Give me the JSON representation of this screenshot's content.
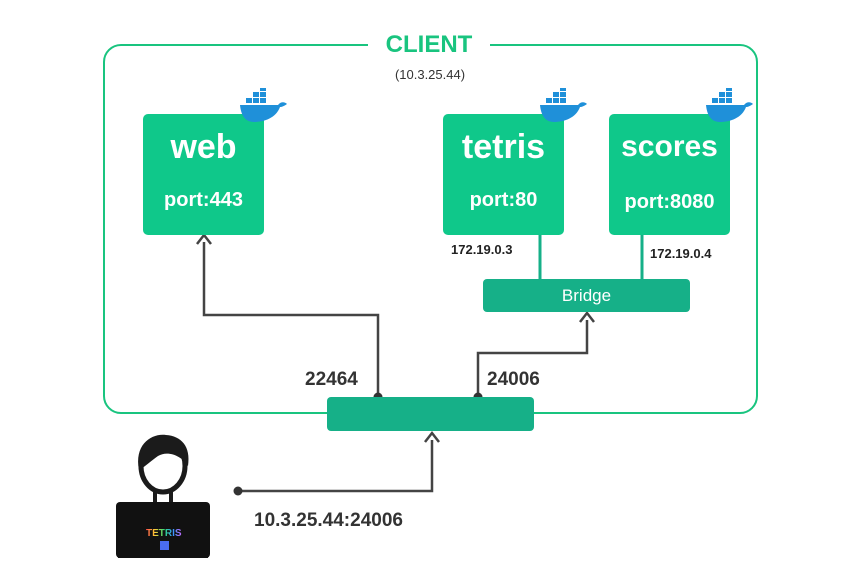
{
  "client": {
    "title": "CLIENT",
    "ip": "(10.3.25.44)"
  },
  "services": {
    "web": {
      "name": "web",
      "port": "port:443"
    },
    "tetris": {
      "name": "tetris",
      "port": "port:80",
      "ip": "172.19.0.3"
    },
    "scores": {
      "name": "scores",
      "port": "port:8080",
      "ip": "172.19.0.4"
    }
  },
  "bridge": {
    "label": "Bridge"
  },
  "ports": {
    "web_host_port": "22464",
    "tetris_host_port": "24006"
  },
  "user": {
    "address": "10.3.25.44:24006",
    "screen_text": "TETRIS",
    "icon": "user-laptop-icon"
  },
  "icons": {
    "container": "docker-whale-icon"
  },
  "colors": {
    "primary": "#0fc88a",
    "dark_green": "#16b088",
    "outline": "#19c47f",
    "docker_blue": "#1f90d9"
  }
}
